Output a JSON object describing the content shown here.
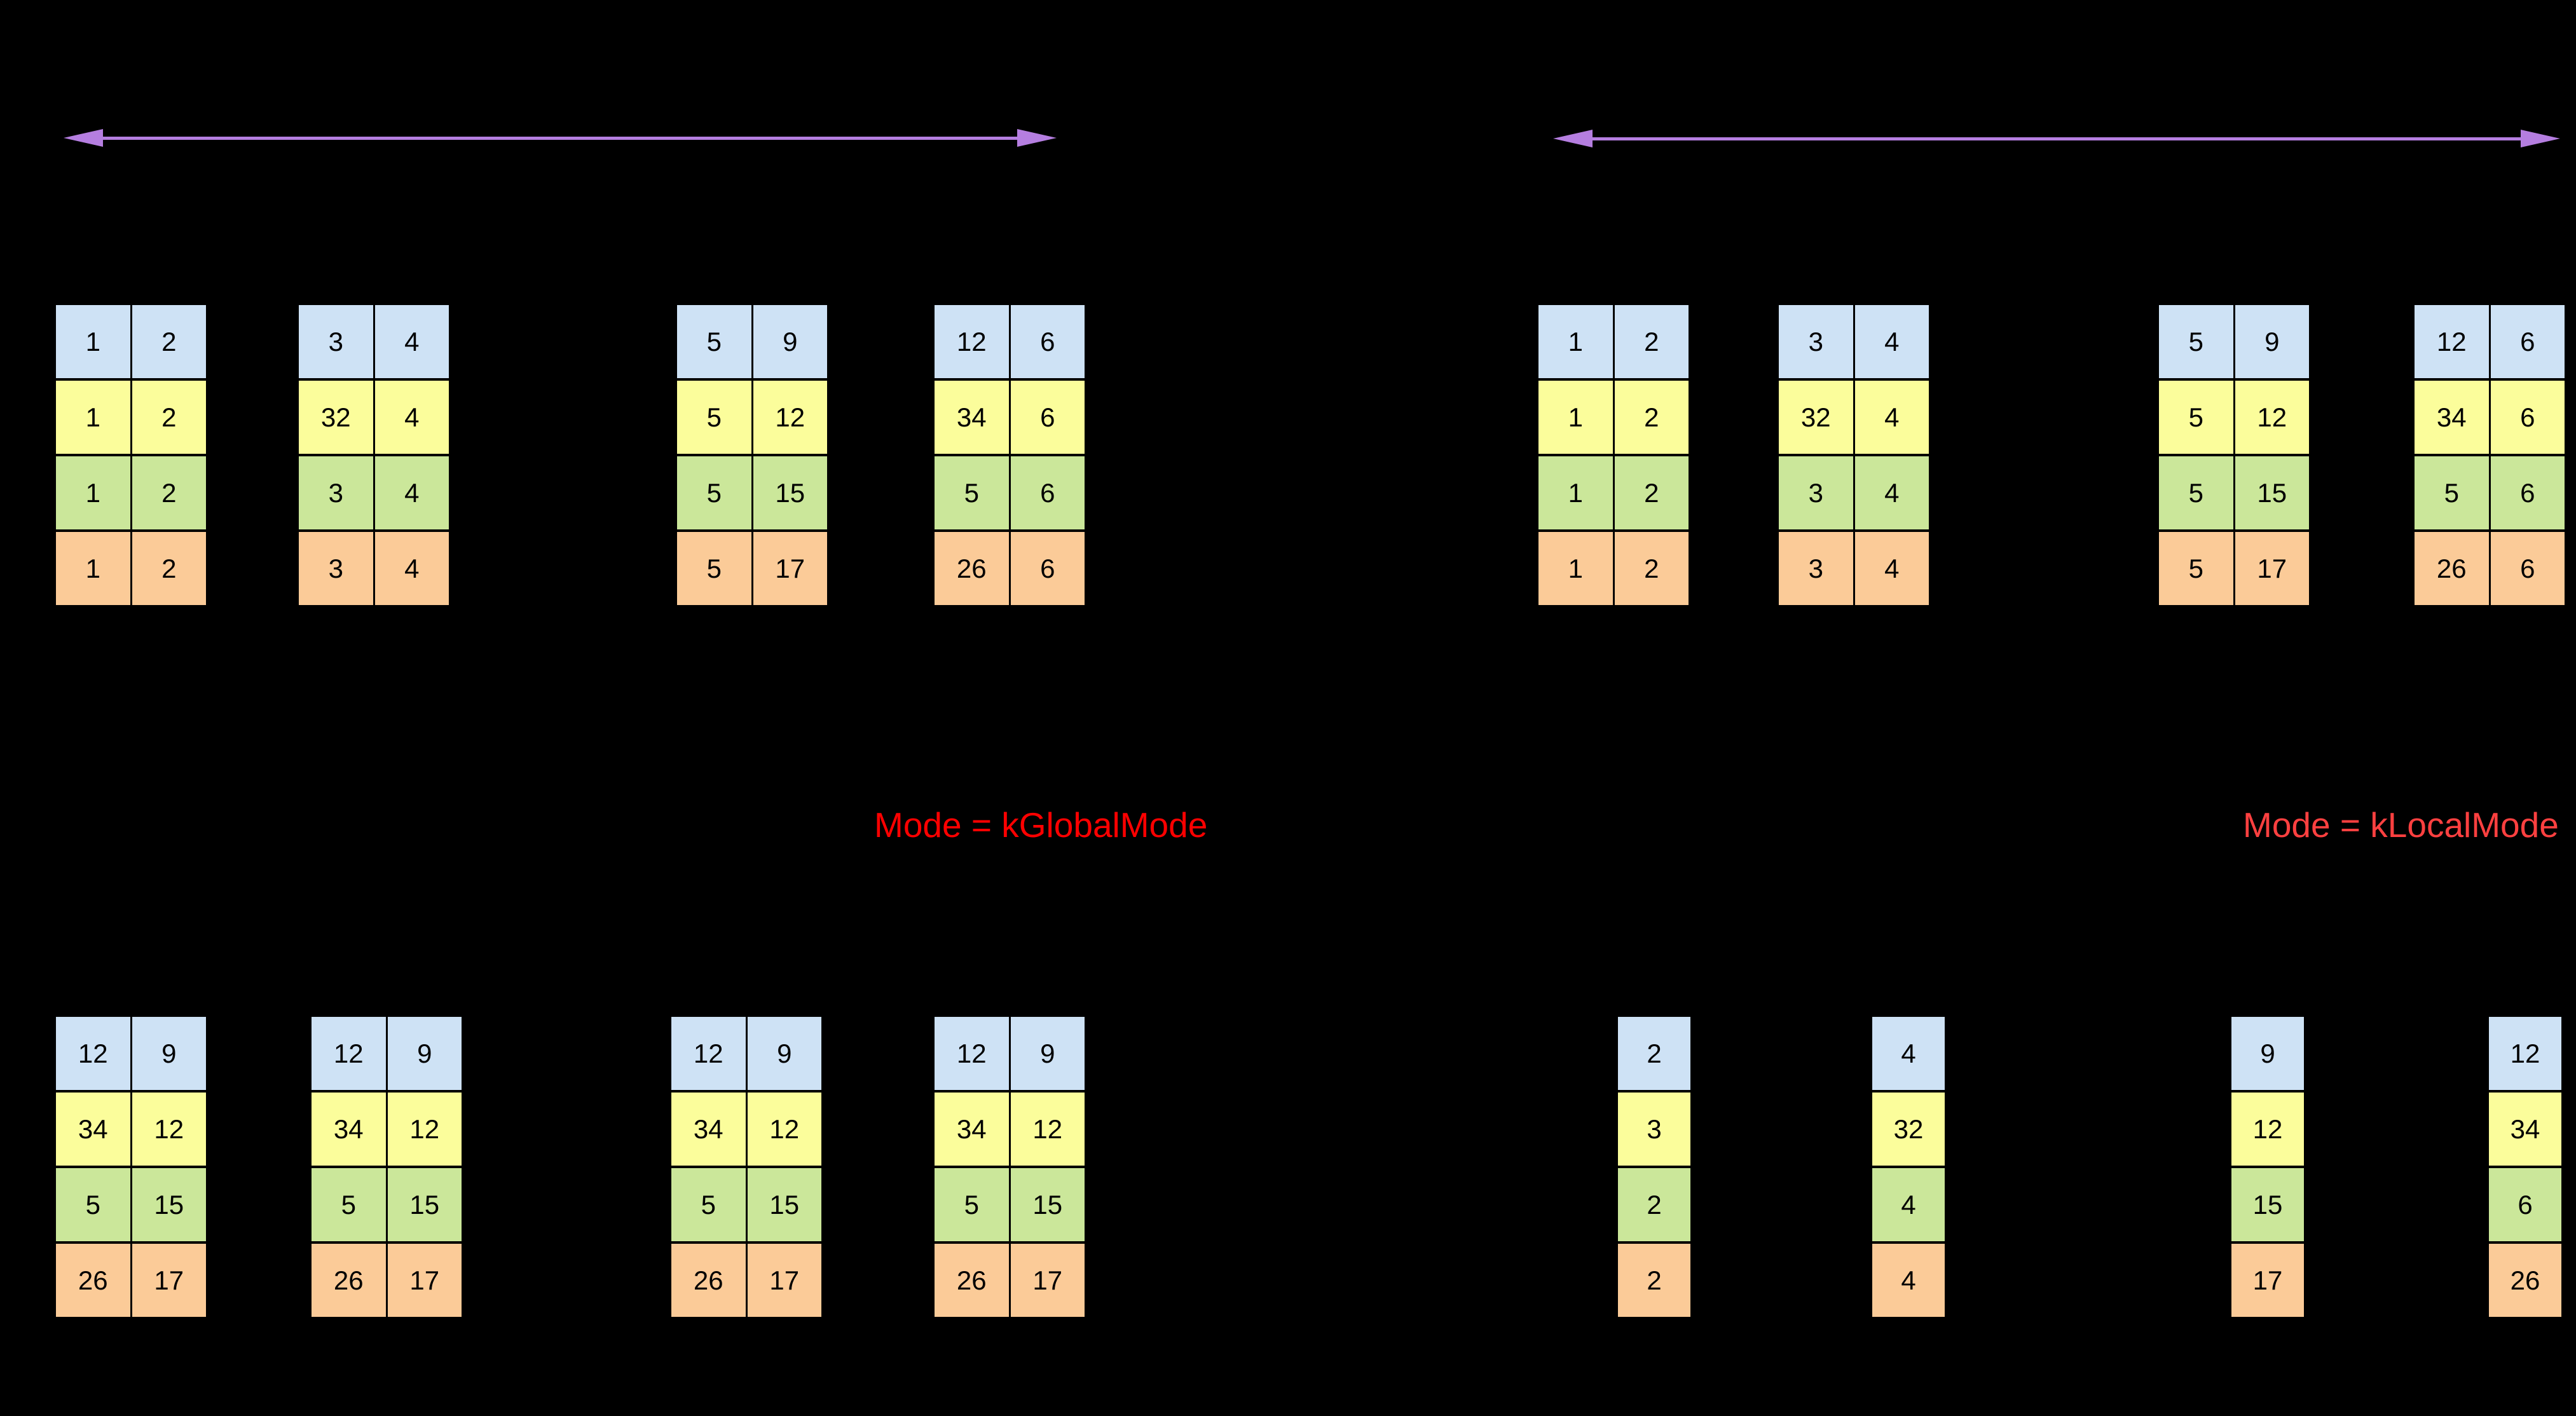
{
  "labels": {
    "global_mode": "Mode = kGlobalMode",
    "local_mode": "Mode = kLocalMode"
  },
  "colors": {
    "background": "#000000",
    "arrow": "#B57EE0",
    "mode_global": "#FF0000",
    "mode_local": "#FF4040",
    "cell_text": "#000000",
    "row_colors": [
      "#CEE2F5",
      "#FBFD9B",
      "#CBE79A",
      "#FBCB98"
    ]
  },
  "groups": {
    "top_left": {
      "tables": [
        {
          "rows": [
            [
              "1",
              "2"
            ],
            [
              "1",
              "2"
            ],
            [
              "1",
              "2"
            ],
            [
              "1",
              "2"
            ]
          ]
        },
        {
          "rows": [
            [
              "3",
              "4"
            ],
            [
              "32",
              "4"
            ],
            [
              "3",
              "4"
            ],
            [
              "3",
              "4"
            ]
          ]
        },
        {
          "rows": [
            [
              "5",
              "9"
            ],
            [
              "5",
              "12"
            ],
            [
              "5",
              "15"
            ],
            [
              "5",
              "17"
            ]
          ]
        },
        {
          "rows": [
            [
              "12",
              "6"
            ],
            [
              "34",
              "6"
            ],
            [
              "5",
              "6"
            ],
            [
              "26",
              "6"
            ]
          ]
        }
      ]
    },
    "top_right": {
      "tables": [
        {
          "rows": [
            [
              "1",
              "2"
            ],
            [
              "1",
              "2"
            ],
            [
              "1",
              "2"
            ],
            [
              "1",
              "2"
            ]
          ]
        },
        {
          "rows": [
            [
              "3",
              "4"
            ],
            [
              "32",
              "4"
            ],
            [
              "3",
              "4"
            ],
            [
              "3",
              "4"
            ]
          ]
        },
        {
          "rows": [
            [
              "5",
              "9"
            ],
            [
              "5",
              "12"
            ],
            [
              "5",
              "15"
            ],
            [
              "5",
              "17"
            ]
          ]
        },
        {
          "rows": [
            [
              "12",
              "6"
            ],
            [
              "34",
              "6"
            ],
            [
              "5",
              "6"
            ],
            [
              "26",
              "6"
            ]
          ]
        }
      ]
    },
    "bottom_left": {
      "tables": [
        {
          "rows": [
            [
              "12",
              "9"
            ],
            [
              "34",
              "12"
            ],
            [
              "5",
              "15"
            ],
            [
              "26",
              "17"
            ]
          ]
        },
        {
          "rows": [
            [
              "12",
              "9"
            ],
            [
              "34",
              "12"
            ],
            [
              "5",
              "15"
            ],
            [
              "26",
              "17"
            ]
          ]
        },
        {
          "rows": [
            [
              "12",
              "9"
            ],
            [
              "34",
              "12"
            ],
            [
              "5",
              "15"
            ],
            [
              "26",
              "17"
            ]
          ]
        },
        {
          "rows": [
            [
              "12",
              "9"
            ],
            [
              "34",
              "12"
            ],
            [
              "5",
              "15"
            ],
            [
              "26",
              "17"
            ]
          ]
        }
      ]
    },
    "bottom_right": {
      "tables": [
        {
          "rows": [
            [
              "2"
            ],
            [
              "3"
            ],
            [
              "2"
            ],
            [
              "2"
            ]
          ]
        },
        {
          "rows": [
            [
              "4"
            ],
            [
              "32"
            ],
            [
              "4"
            ],
            [
              "4"
            ]
          ]
        },
        {
          "rows": [
            [
              "9"
            ],
            [
              "12"
            ],
            [
              "15"
            ],
            [
              "17"
            ]
          ]
        },
        {
          "rows": [
            [
              "12"
            ],
            [
              "34"
            ],
            [
              "6"
            ],
            [
              "26"
            ]
          ]
        }
      ]
    }
  }
}
